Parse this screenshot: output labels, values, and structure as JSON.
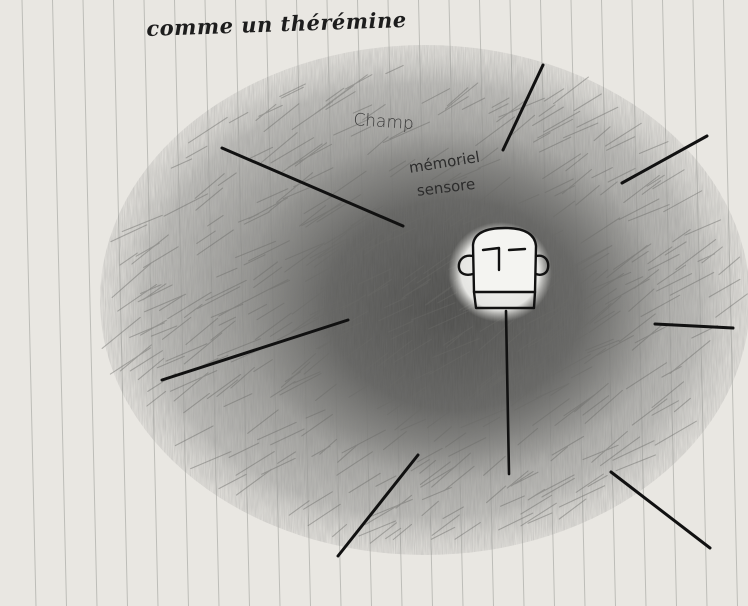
{
  "sketch": {
    "title": "comme un thérémine",
    "field_label": "Champ",
    "memory_label_line1": "mémoriel",
    "memory_label_line2": "sensore"
  },
  "colors": {
    "paper": "#e9e7e2",
    "ruled_lines": "#b9b9b4",
    "graphite_light": "#9a9a98",
    "graphite_dark": "#5a5a58",
    "ink": "#111111",
    "halo": "#f4f4f1"
  },
  "icons": {
    "figure": "head-on-stick-icon",
    "rays": "radiating-lines-icon"
  }
}
